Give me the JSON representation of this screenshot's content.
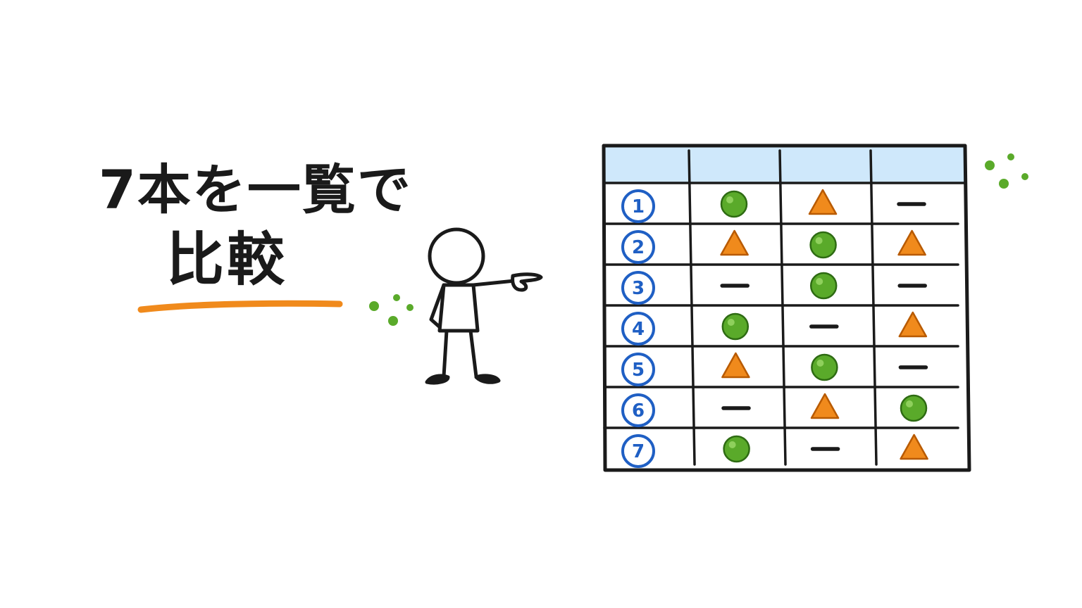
{
  "headline": {
    "line1": "7本を一覧で",
    "line2": "比較"
  },
  "colors": {
    "ink": "#1a1a1a",
    "header_fill": "#cfe8fb",
    "accent_orange": "#f08a1c",
    "accent_green": "#5aaa2a",
    "number_blue": "#1f5fc4"
  },
  "table": {
    "header": [
      "",
      "",
      "",
      ""
    ],
    "rows": [
      {
        "label": "1",
        "marks": [
          "circle",
          "triangle",
          "dash"
        ]
      },
      {
        "label": "2",
        "marks": [
          "triangle",
          "circle",
          "triangle"
        ]
      },
      {
        "label": "3",
        "marks": [
          "dash",
          "circle",
          "dash"
        ]
      },
      {
        "label": "4",
        "marks": [
          "circle",
          "dash",
          "triangle"
        ]
      },
      {
        "label": "5",
        "marks": [
          "triangle",
          "circle",
          "dash"
        ]
      },
      {
        "label": "6",
        "marks": [
          "dash",
          "triangle",
          "circle"
        ]
      },
      {
        "label": "7",
        "marks": [
          "circle",
          "dash",
          "triangle"
        ]
      }
    ]
  },
  "icons": {
    "figure": "pointing-stick-figure-icon",
    "decor": "green-dots-icon",
    "good": "green-circle-icon",
    "fair": "orange-triangle-icon",
    "none": "dash-icon"
  }
}
